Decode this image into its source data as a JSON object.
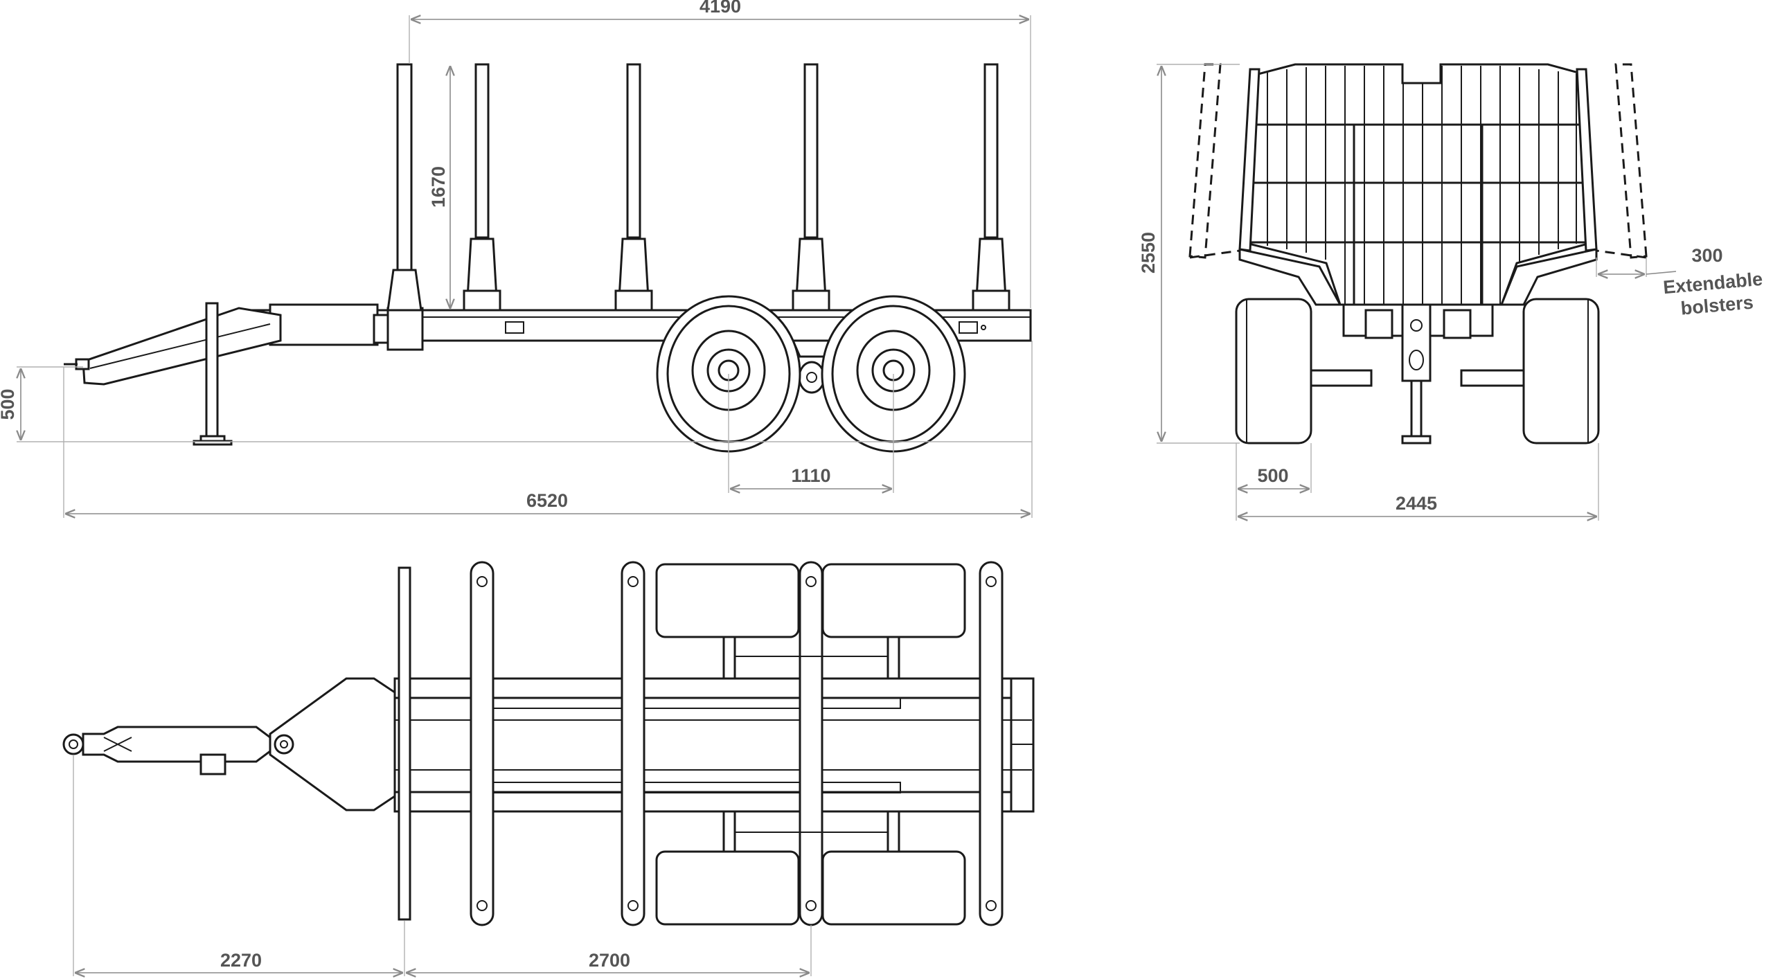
{
  "dimensions": {
    "top_width": "4190",
    "stake_height": "1670",
    "drawbar_height": "500",
    "axle_spacing": "1110",
    "overall_length": "6520",
    "front_height": "2550",
    "bolster_extension": "300",
    "wheel_width": "500",
    "overall_width": "2445",
    "drawbar_length": "2270",
    "bolster_spacing": "2700"
  },
  "annotations": {
    "extendable_line1": "Extendable",
    "extendable_line2": "bolsters"
  },
  "colors": {
    "line": "#1a1a1a",
    "dimension_text": "#555555",
    "dimension_line": "#8a8a8a"
  }
}
